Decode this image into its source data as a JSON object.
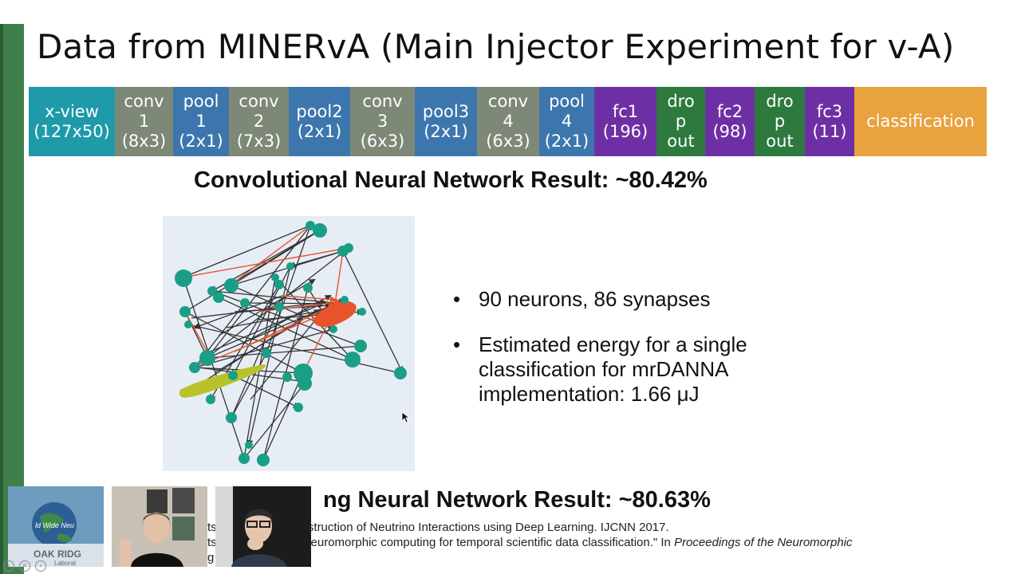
{
  "slide": {
    "title": "Data from MINERvA (Main Injector Experiment for v-A)"
  },
  "layers": [
    {
      "lines": [
        "x-view",
        "(127x50)"
      ],
      "color": "#1f9aa8"
    },
    {
      "lines": [
        "conv",
        "1",
        "(8x3)"
      ],
      "color": "#7d8877"
    },
    {
      "lines": [
        "pool",
        "1",
        "(2x1)"
      ],
      "color": "#3d76ad"
    },
    {
      "lines": [
        "conv",
        "2",
        "(7x3)"
      ],
      "color": "#7d8877"
    },
    {
      "lines": [
        "pool2",
        "(2x1)"
      ],
      "color": "#3d76ad"
    },
    {
      "lines": [
        "conv",
        "3",
        "(6x3)"
      ],
      "color": "#7d8877"
    },
    {
      "lines": [
        "pool3",
        "(2x1)"
      ],
      "color": "#3d76ad"
    },
    {
      "lines": [
        "conv",
        "4",
        "(6x3)"
      ],
      "color": "#7d8877"
    },
    {
      "lines": [
        "pool",
        "4",
        "(2x1)"
      ],
      "color": "#3d76ad"
    },
    {
      "lines": [
        "fc1",
        "(196)"
      ],
      "color": "#6f2fa4"
    },
    {
      "lines": [
        "dro",
        "p",
        "out"
      ],
      "color": "#2e7a3e"
    },
    {
      "lines": [
        "fc2",
        "(98)"
      ],
      "color": "#6f2fa4"
    },
    {
      "lines": [
        "dro",
        "p",
        "out"
      ],
      "color": "#2e7a3e"
    },
    {
      "lines": [
        "fc3",
        "(11)"
      ],
      "color": "#6f2fa4"
    },
    {
      "lines": [
        "classification"
      ],
      "color": "#e8a23e"
    }
  ],
  "results": {
    "cnn": "Convolutional Neural Network Result: ~80.42%",
    "snn_partial": "ng Neural Network Result: ~80.63%"
  },
  "bullets": [
    "90 neurons, 86 synapses",
    "Estimated energy for a single classification for mrDANNA implementation: 1.66 μJ"
  ],
  "references": {
    "line1": "ts                                    al. Vertex Reconstruction of Neutrino Interactions using Deep Learning. IJCNN 2017.",
    "line2_plain": "ts                            erine D., et al. \"Neuromorphic computing for temporal scientific data classification.\" In ",
    "line2_italic": "Proceedings of the Neuromorphic",
    "line3": "g                                    1-6. 2017."
  },
  "video": {
    "logo_text": "ld Wide Neu",
    "lab_text": "OAK RIDG",
    "lab_subtext": "Laborat"
  },
  "colors": {
    "node": "#1a9e86",
    "edge_dark": "#333333",
    "edge_red": "#e8542a",
    "edge_yellow": "#b8c22a",
    "graph_bg": "#e7edf5",
    "side_bar": "#3e7f4a"
  }
}
